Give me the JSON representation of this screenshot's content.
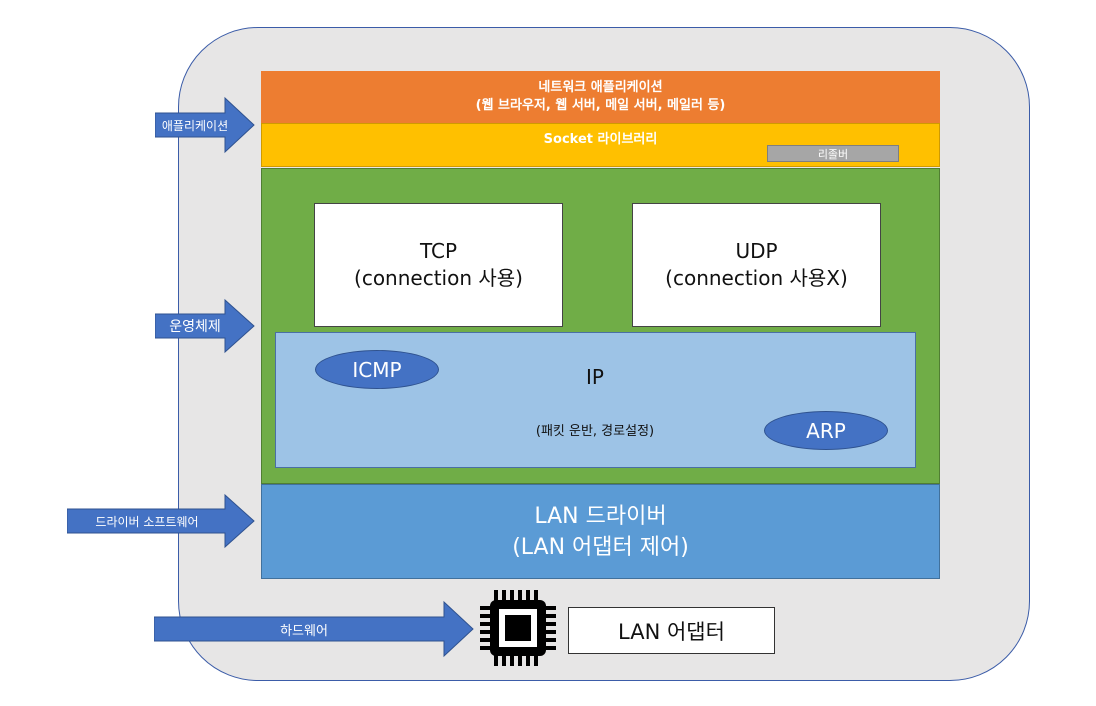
{
  "layers": {
    "app_line1": "네트워크 애플리케이션",
    "app_line2": "(웹 브라우저, 웹 서버, 메일 서버, 메일러 등)",
    "socket": "Socket 라이브러리",
    "resolver": "리졸버",
    "tcp_line1": "TCP",
    "tcp_line2": "(connection 사용)",
    "udp_line1": "UDP",
    "udp_line2": "(connection 사용X)",
    "ip_title": "IP",
    "ip_sub": "(패킷 운반, 경로설정)",
    "icmp": "ICMP",
    "arp": "ARP",
    "lan_driver_line1": "LAN 드라이버",
    "lan_driver_line2": "(LAN 어댑터 제어)",
    "lan_adapter": "LAN 어댑터"
  },
  "arrows": {
    "application": "애플리케이션",
    "os": "운영체제",
    "driver": "드라이버 소프트웨어",
    "hardware": "하드웨어"
  },
  "icons": {
    "chip": "cpu-chip-icon"
  },
  "colors": {
    "application": "#ed7d31",
    "socket": "#ffc000",
    "os": "#70ad47",
    "ip": "#9dc3e6",
    "driver": "#5b9bd5",
    "arrow": "#4472c4"
  }
}
